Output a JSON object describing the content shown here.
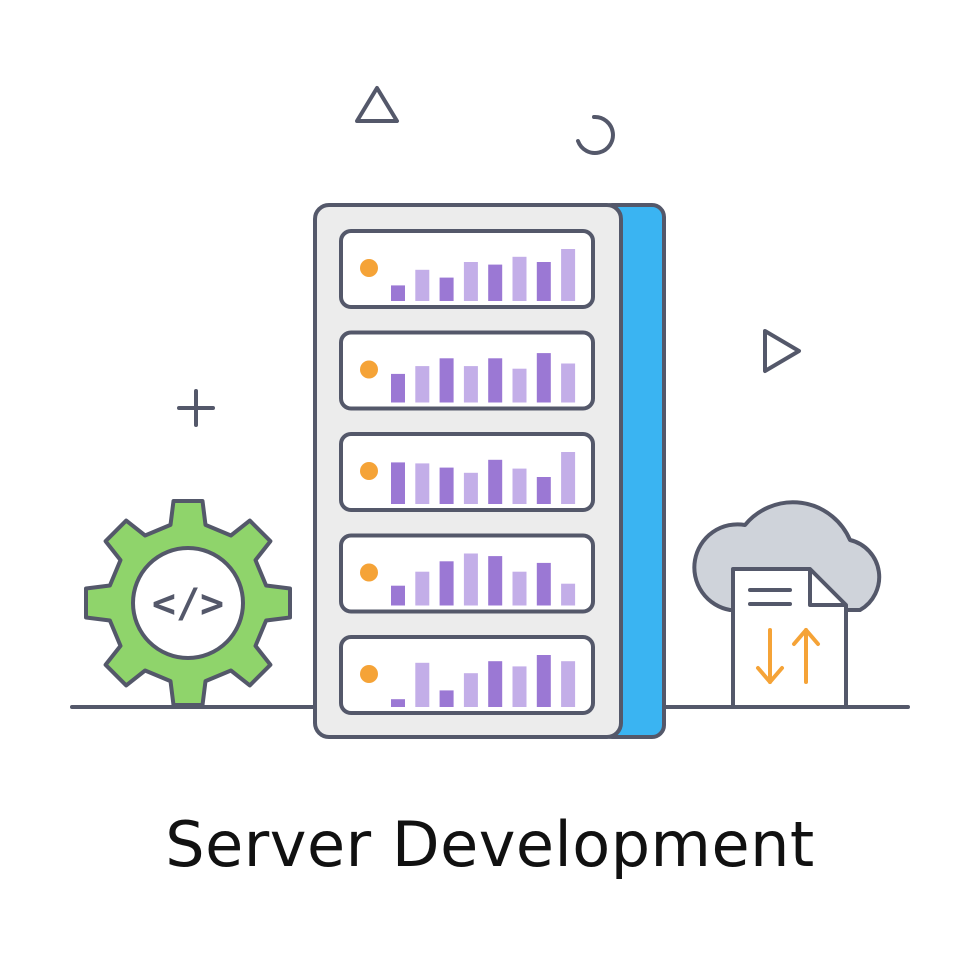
{
  "title": "Server Development",
  "code_symbol": "</>",
  "icons": {
    "gear": "gear-icon",
    "cloud": "cloud-icon",
    "document": "document-icon",
    "transfer": "up-down-arrows-icon",
    "server": "server-rack-icon"
  },
  "colors": {
    "outline": "#54586a",
    "rack_fill": "#ececec",
    "rack_side": "#3ab4f2",
    "bar_dark": "#9b78d4",
    "bar_light": "#c3aee8",
    "led": "#f5a337",
    "gear": "#8fd46b",
    "cloud": "#cfd3da",
    "arrows": "#f5a337",
    "title": "#111111"
  },
  "server_units": [
    {
      "levels": [
        0.3,
        0.6,
        0.45,
        0.75,
        0.7,
        0.85,
        0.75,
        1.0
      ]
    },
    {
      "levels": [
        0.55,
        0.7,
        0.85,
        0.7,
        0.85,
        0.65,
        0.95,
        0.75
      ]
    },
    {
      "levels": [
        0.8,
        0.78,
        0.7,
        0.6,
        0.85,
        0.68,
        0.52,
        1.0
      ]
    },
    {
      "levels": [
        0.38,
        0.65,
        0.85,
        1.0,
        0.95,
        0.65,
        0.82,
        0.42
      ]
    },
    {
      "levels": [
        0.15,
        0.85,
        0.32,
        0.65,
        0.88,
        0.78,
        1.0,
        0.88
      ]
    }
  ]
}
